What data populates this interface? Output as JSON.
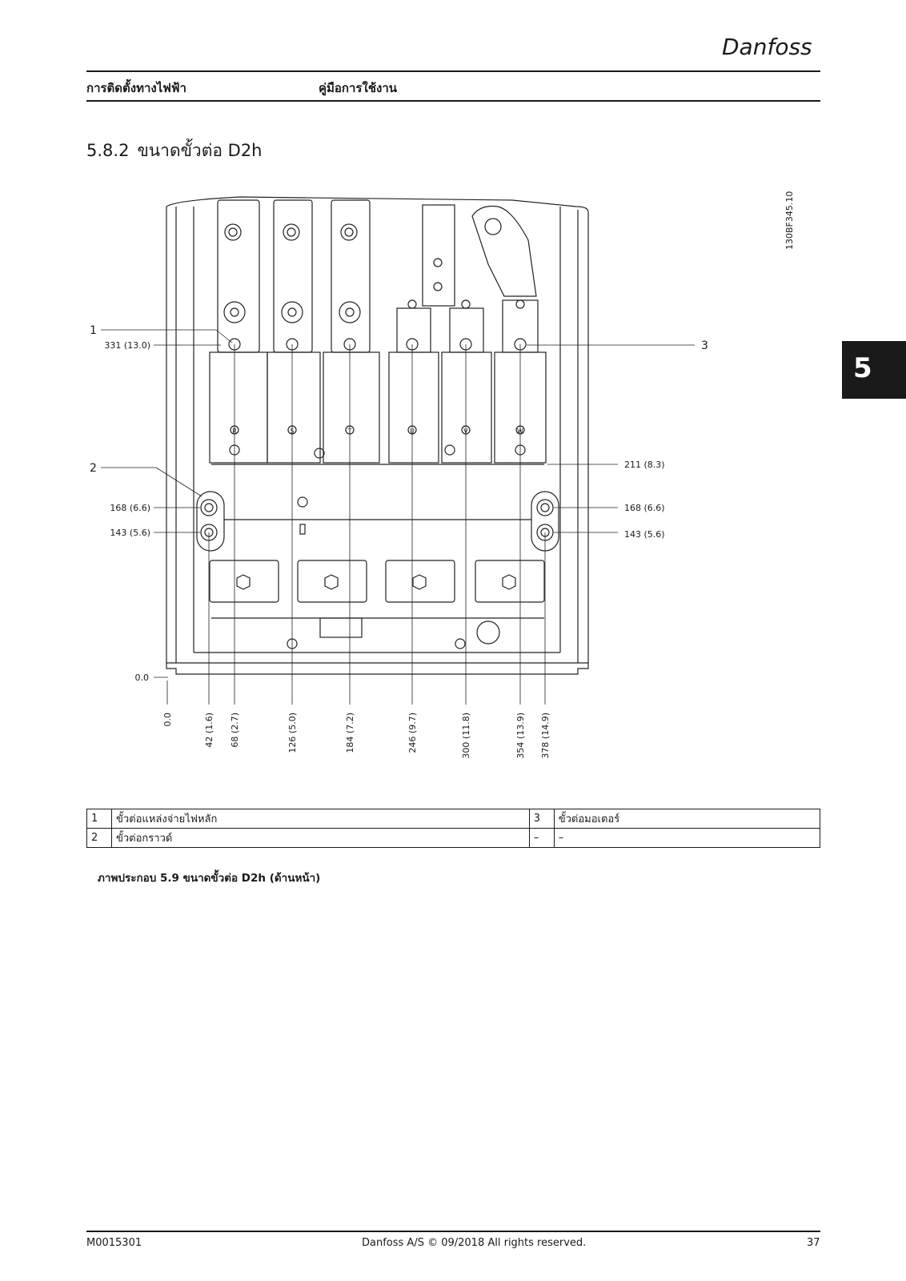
{
  "brand": {
    "logo_text": "Danfoss"
  },
  "header": {
    "left": "การติดตั้งทางไฟฟ้า",
    "middle": "คู่มือการใช้งาน"
  },
  "section": {
    "number": "5.8.2",
    "title": "ขนาดขั้วต่อ D2h"
  },
  "chapter_tab": "5",
  "drawing": {
    "code": "130BF345.10",
    "callouts": [
      "1",
      "2",
      "3"
    ],
    "left_dims": [
      "331 (13.0)",
      "168 (6.6)",
      "143 (5.6)",
      "0.0"
    ],
    "right_dims": [
      "211 (8.3)",
      "168 (6.6)",
      "143 (5.6)"
    ],
    "bottom_dims": [
      "0.0",
      "42 (1.6)",
      "68 (2.7)",
      "126 (5.0)",
      "184 (7.2)",
      "246 (9.7)",
      "300 (11.8)",
      "354 (13.9)",
      "378 (14.9)"
    ],
    "terminal_letters": [
      "R",
      "S",
      "T",
      "U",
      "V",
      "W"
    ]
  },
  "legend": {
    "rows": [
      {
        "n1": "1",
        "t1": "ขั้วต่อแหล่งจ่ายไฟหลัก",
        "n2": "3",
        "t2": "ขั้วต่อมอเตอร์"
      },
      {
        "n1": "2",
        "t1": "ขั้วต่อกราวด์",
        "n2": "–",
        "t2": "–"
      }
    ]
  },
  "caption": "ภาพประกอบ 5.9 ขนาดขั้วต่อ D2h (ด้านหน้า)",
  "footer": {
    "left": "M0015301",
    "middle": "Danfoss A/S © 09/2018 All rights reserved.",
    "right": "37"
  }
}
